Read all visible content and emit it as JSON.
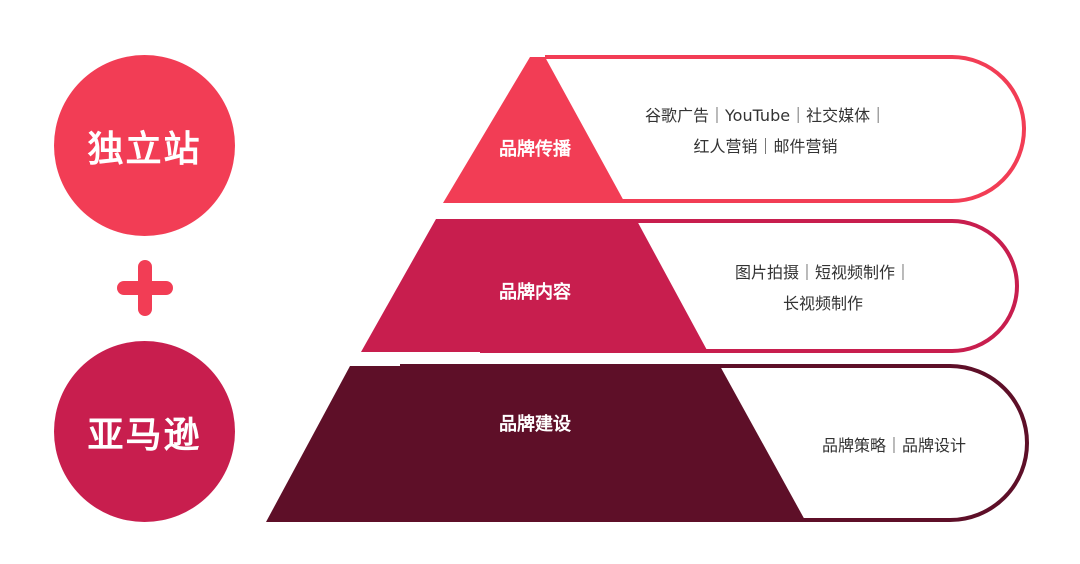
{
  "circles": {
    "top_label": "独立站",
    "bottom_label": "亚马逊"
  },
  "tiers": [
    {
      "title": "品牌传播",
      "lines": [
        "谷歌广告｜YouTube｜社交媒体｜",
        "红人营销｜邮件营销"
      ]
    },
    {
      "title": "品牌内容",
      "lines": [
        "图片拍摄｜短视频制作｜",
        "长视频制作"
      ]
    },
    {
      "title": "品牌建设",
      "lines": [
        "品牌策略｜品牌设计"
      ]
    }
  ],
  "colors": {
    "tier1": "#f23d55",
    "tier2": "#c81e4e",
    "tier3": "#5e0f28",
    "circle_top": "#f23d55",
    "circle_bottom": "#c81e4e"
  }
}
